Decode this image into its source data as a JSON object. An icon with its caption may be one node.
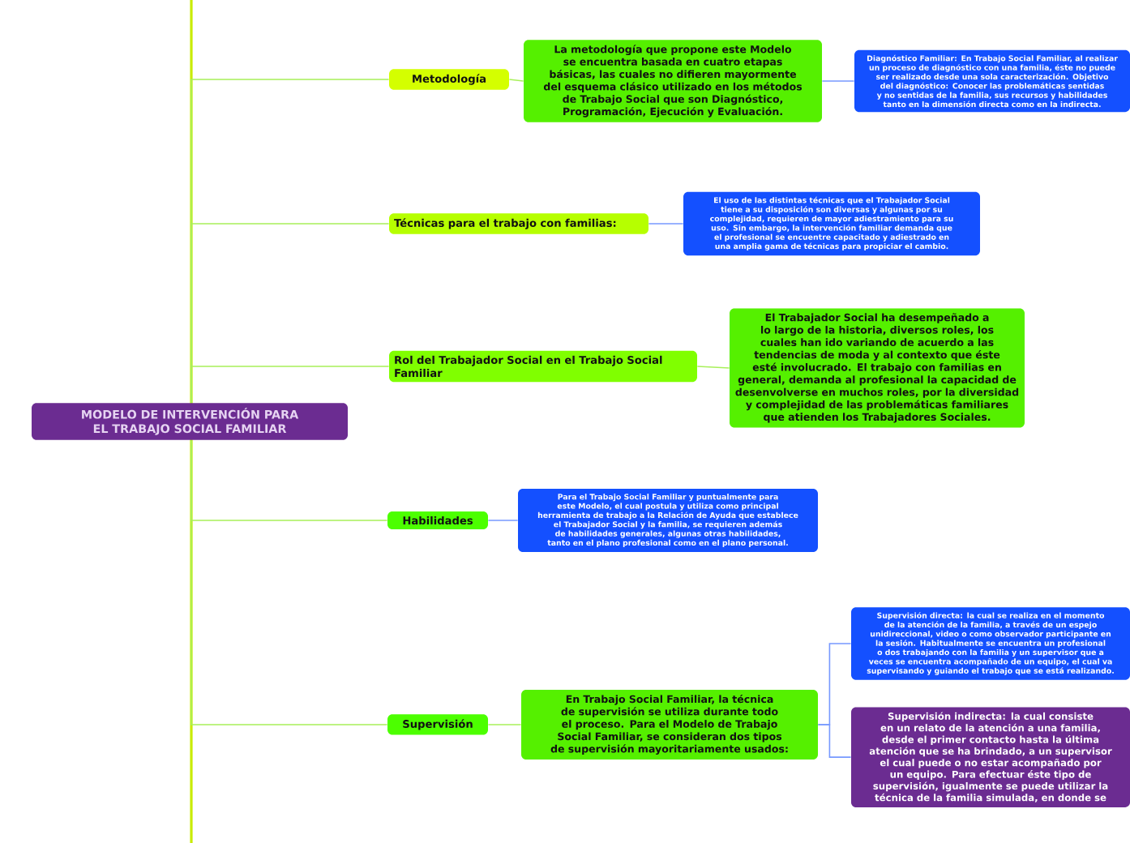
{
  "diagram": {
    "nodes": [
      {
        "text": [
          "MODELO DE INTERVENCIÓN PARA EL TRABAJO SOCIAL FAMILIAR"
        ]
      },
      {
        "text": [
          "Metodología"
        ]
      },
      {
        "text": [
          "La metodología que propone este Modelo se encuentra basada en cuatro etapas básicas, las cuales no difieren mayormente del esquema clásico utilizado en los métodos de Trabajo Social que son Diagnóstico, Programación, Ejecución y Evaluación."
        ]
      },
      {
        "text": [
          "Diagnóstico Familiar: En Trabajo Social Familiar, al realizar un proceso de diagnóstico con una familia, éste no puede ser realizado desde una sola caracterización. Objetivo del diagnóstico: Conocer las problemáticas sentidas y no sentidas de la familia, sus recursos y habilidades tanto en la dimensión directa como en la indirecta."
        ]
      },
      {
        "text": [
          "Técnicas para el trabajo con familias:"
        ]
      },
      {
        "text": [
          "El uso de las distintas técnicas que el Trabajador Social tiene a su disposición son diversas y algunas por su complejidad, requieren de mayor adiestramiento para su uso. Sin embargo, la intervención familiar demanda que el profesional se encuentre capacitado y adiestrado en una amplia gama de técnicas para propiciar el cambio."
        ]
      },
      {
        "text": [
          "Rol del Trabajador Social en el Trabajo Social Familiar"
        ]
      },
      {
        "text": [
          "El Trabajador Social ha desempeñado a lo largo de la historia, diversos roles, los cuales han ido variando de acuerdo a las tendencias de moda y al contexto que éste esté involucrado. El trabajo con familias en general, demanda al profesional la capacidad de desenvolverse en muchos roles, por la diversidad y complejidad de las problemáticas familiares que atienden los Trabajadores Sociales."
        ]
      },
      {
        "text": [
          "Habilidades"
        ]
      },
      {
        "text": [
          "Para el Trabajo Social Familiar y puntualmente para este Modelo, el cual postula y utiliza como principal herramienta de trabajo a la Relación de Ayuda que establece el Trabajador Social y la familia, se requieren además de habilidades generales, algunas otras habilidades, tanto en el plano profesional como en el plano personal."
        ]
      },
      {
        "text": [
          "Supervisión"
        ]
      },
      {
        "text": [
          "En Trabajo Social Familiar, la técnica de supervisión se utiliza durante todo el proceso. Para el Modelo de Trabajo Social Familiar, se consideran dos tipos de supervisión mayoritariamente usados:"
        ]
      },
      {
        "text": [
          "Supervisión directa: la cual se realiza en el momento de la atención de la familia, a través de un espejo unidireccional, video o como observador participante en la sesión. Habitualmente se encuentra un profesional o dos trabajando con la familia y un supervisor que a veces se encuentra acompañado de un equipo, el cual va supervisando y guiando el trabajo que se está realizando."
        ]
      },
      {
        "text": [
          "Supervisión indirecta: la cual consiste en un relato de la atención a una familia, desde el primer contacto hasta la última atención que se ha brindado, a un supervisor el cual puede o no estar acompañado por un equipo. Para efectuar éste tipo de supervisión, igualmente se puede utilizar la técnica de la familia simulada, en donde se"
        ]
      }
    ],
    "edges": [
      {
        "from": 0,
        "to": 1,
        "arrow": "none"
      },
      {
        "from": 0,
        "to": 4,
        "arrow": "none"
      },
      {
        "from": 0,
        "to": 6,
        "arrow": "none"
      },
      {
        "from": 0,
        "to": 8,
        "arrow": "none"
      },
      {
        "from": 0,
        "to": 10,
        "arrow": "none"
      },
      {
        "from": 1,
        "to": 2,
        "arrow": "none"
      },
      {
        "from": 2,
        "to": 3,
        "arrow": "none",
        "color": "#7799ff"
      },
      {
        "from": 4,
        "to": 5,
        "arrow": "none",
        "color": "#7799ff"
      },
      {
        "from": 6,
        "to": 7,
        "arrow": "none"
      },
      {
        "from": 8,
        "to": 9,
        "arrow": "none",
        "color": "#7799ff"
      },
      {
        "from": 10,
        "to": 11,
        "arrow": "none"
      },
      {
        "from": 11,
        "to": 12,
        "arrow": "none",
        "color": "#7799ff"
      },
      {
        "from": 11,
        "to": 13,
        "arrow": "none",
        "color": "#7799ff"
      }
    ]
  }
}
